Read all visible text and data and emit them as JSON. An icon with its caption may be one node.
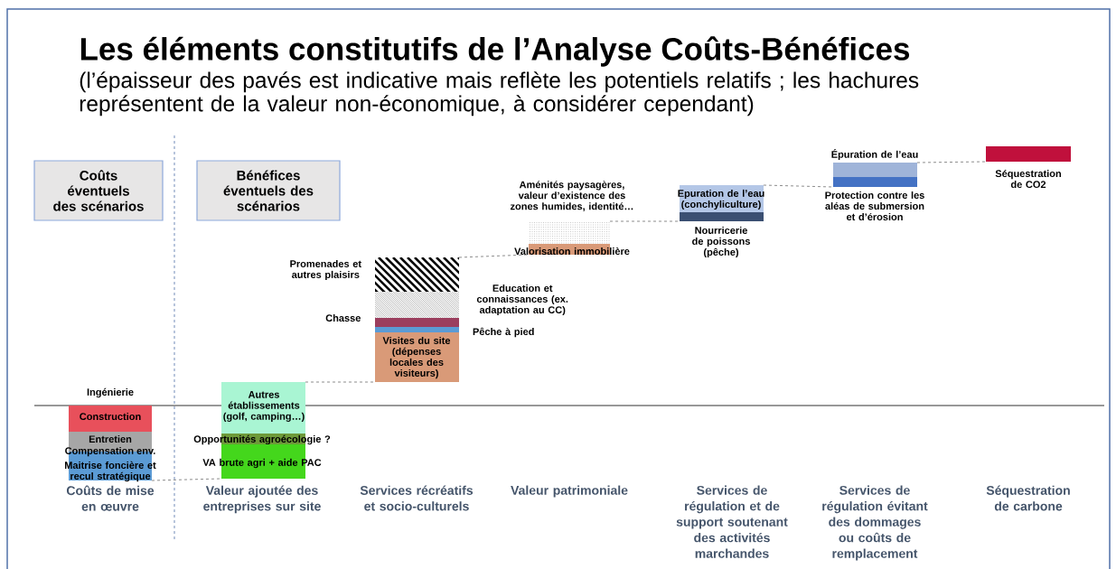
{
  "diagram": {
    "title": "Les éléments constitutifs de l’Analyse Coûts-Bénéfices",
    "nodes": [
      {
        "text": [
          "Coûts éventuels des scénarios"
        ]
      },
      {
        "text": [
          "Bénéfices éventuels des scénarios"
        ]
      },
      {
        "text": [
          "Construction"
        ],
        "beside": [
          "Ingénierie"
        ]
      },
      {
        "text": [
          "Entretien"
        ]
      },
      {
        "text": [
          "Maitrise foncière et recul stratégique"
        ]
      },
      {
        "text": [
          "Autres établissements (golf, camping…)"
        ]
      },
      {
        "text": [
          "Opportunités agroécologie ?"
        ]
      },
      {
        "text": [
          "VA brute agri + aide PAC"
        ]
      },
      {
        "text": [
          "Promenades et autres plaisirs"
        ]
      },
      {
        "text": [
          "Education et connaissances (ex. adaptation au CC)"
        ]
      },
      {
        "text": [
          "Chasse"
        ]
      },
      {
        "text": [
          "Pêche à pied"
        ]
      },
      {
        "text": [
          "Visites du site (dépenses locales des visiteurs)"
        ]
      },
      {
        "text": [
          "Aménités paysagères, valeur d’existence des zones humides, identité…"
        ]
      },
      {
        "text": [
          "Valorisation immobilière"
        ]
      },
      {
        "text": [
          "Epuration de l’eau (conchyliculture)"
        ]
      },
      {
        "text": [
          "Nourricerie de poissons (pêche)"
        ]
      },
      {
        "text": [
          "Épuration de l’eau"
        ]
      },
      {
        "text": [
          "Protection contre les aléas de submersion et d’érosion"
        ]
      },
      {
        "text": [
          "Séquestration de CO2"
        ]
      }
    ],
    "edges": [
      {
        "from": 4,
        "to": 7,
        "arrow": "none",
        "style": "dashed"
      },
      {
        "from": 5,
        "to": 12,
        "arrow": "none",
        "style": "dashed"
      },
      {
        "from": 8,
        "to": 14,
        "arrow": "none",
        "style": "dashed"
      },
      {
        "from": 13,
        "to": 16,
        "arrow": "none",
        "style": "dashed"
      },
      {
        "from": 15,
        "to": 18,
        "arrow": "none",
        "style": "dashed"
      },
      {
        "from": 17,
        "to": 19,
        "arrow": "none",
        "style": "dashed"
      }
    ],
    "labels": [
      "(l’épaisseur des pavés est indicative mais reflète les potentiels relatifs ; les hachures représentent de la valeur non-économique, à considérer cependant)",
      "Compensation env.",
      "Coûts de mise en œuvre",
      "Valeur ajoutée des entreprises sur site",
      "Services récréatifs et socio-culturels",
      "Valeur patrimoniale",
      "Services de régulation et de support soutenant des activités marchandes",
      "Services de régulation évitant des dommages ou coûts de remplacement",
      "Séquestration de carbone"
    ]
  }
}
